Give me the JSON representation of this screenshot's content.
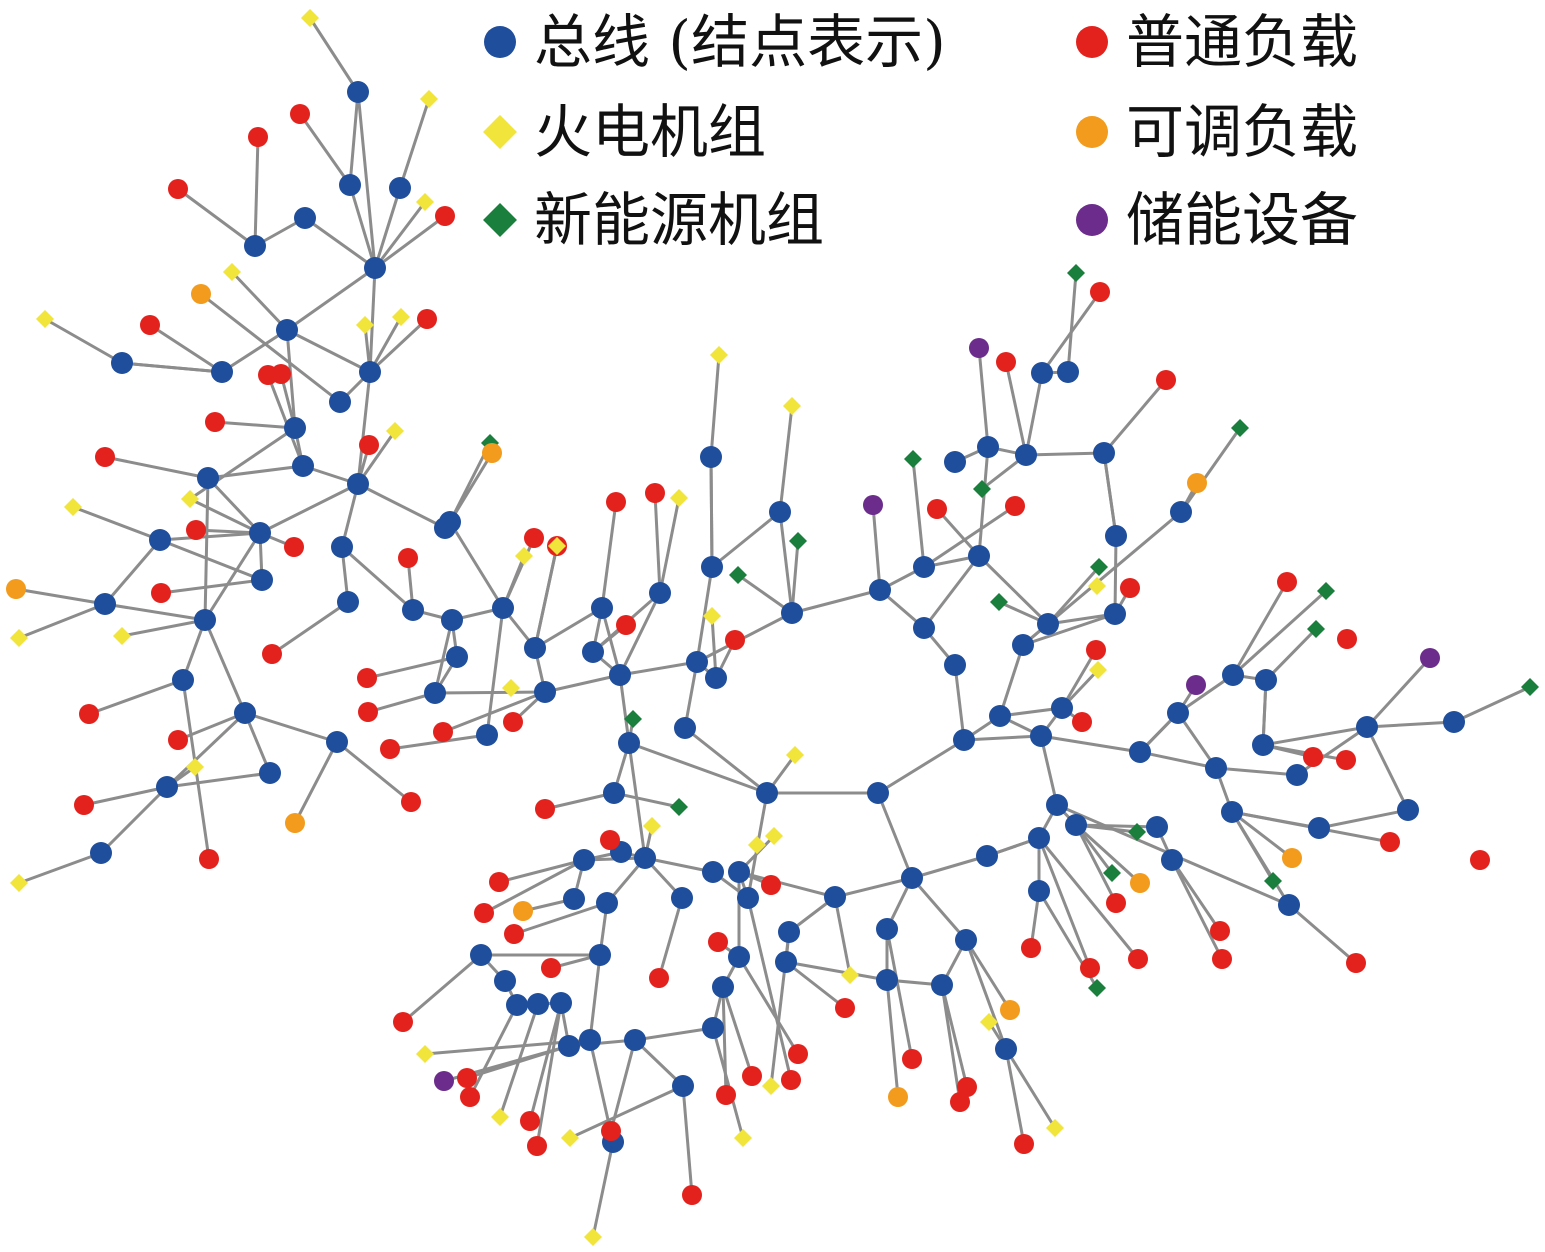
{
  "legend": {
    "bus": {
      "label": "总线 (结点表示)",
      "color": "#1f4e9c",
      "shape": "circle"
    },
    "thermal": {
      "label": "火电机组",
      "color": "#f1e43a",
      "shape": "diamond"
    },
    "renewable": {
      "label": "新能源机组",
      "color": "#1a7f3c",
      "shape": "diamond"
    },
    "load": {
      "label": "普通负载",
      "color": "#e3221d",
      "shape": "circle"
    },
    "adjustable": {
      "label": "可调负载",
      "color": "#f29b1c",
      "shape": "circle"
    },
    "storage": {
      "label": "储能设备",
      "color": "#6b2c8c",
      "shape": "circle"
    }
  },
  "edge_color": "#8c8c8c"
}
